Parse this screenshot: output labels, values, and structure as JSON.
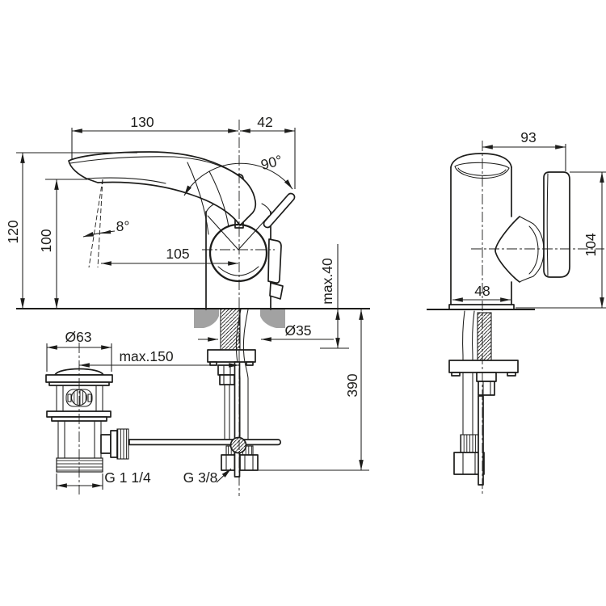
{
  "drawing": {
    "front_view": {
      "spout_reach": "130",
      "lever_offset": "42",
      "lever_swing_angle": "90°",
      "outlet_angle": "8°",
      "outlet_to_axis": "105",
      "overall_height": "120",
      "outlet_height": "100",
      "max_deck_thickness": "max.40",
      "mounting_hole_diameter": "Ø35",
      "connection_length": "390"
    },
    "waste_assembly": {
      "flange_diameter": "Ø63",
      "pull_rod_reach": "max.150",
      "waste_thread": "G 1 1/4",
      "supply_hose_thread": "G 3/8"
    },
    "side_view": {
      "handle_reach": "93",
      "handle_height": "104",
      "body_depth": "48"
    },
    "colors": {
      "line": "#1d1d1b",
      "deck_section_fill": "#a2a2a2",
      "background": "#ffffff"
    }
  }
}
